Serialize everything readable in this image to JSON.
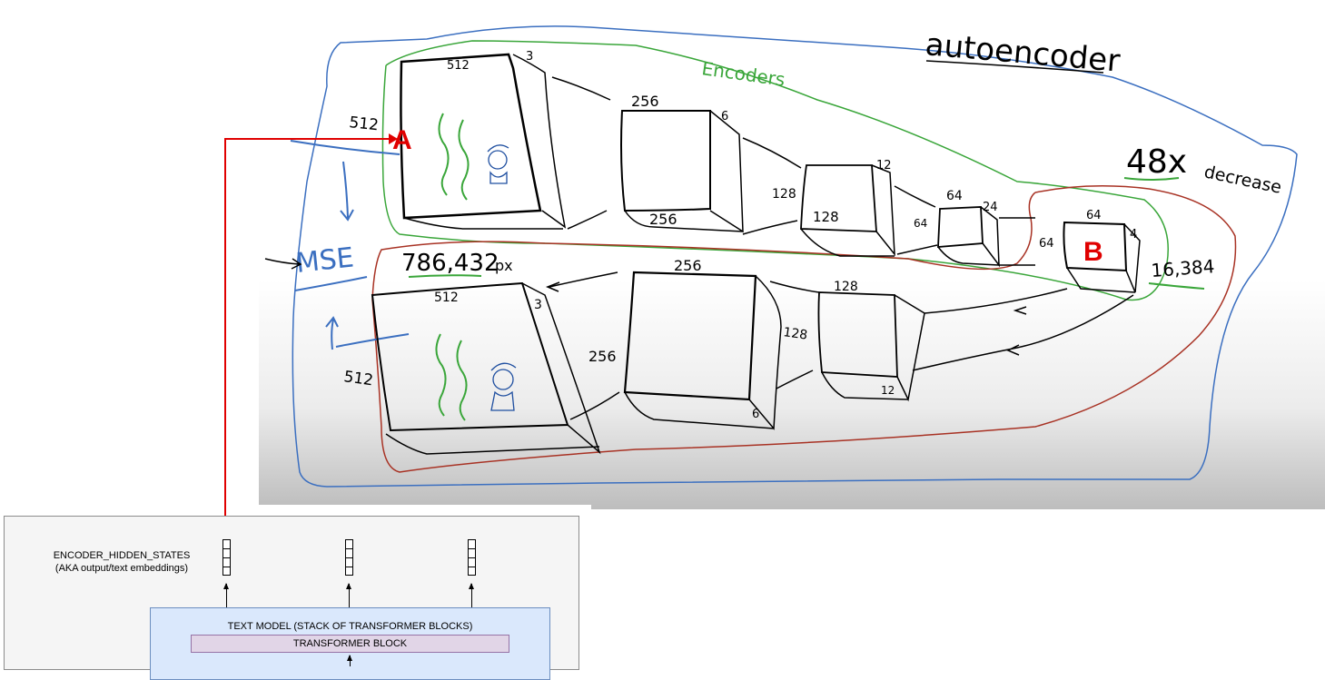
{
  "whiteboard": {
    "title": "autoencoder",
    "encoders_label": "Encoders",
    "decrease_value": "48x",
    "decrease_word": "decrease",
    "loss_label": "MSE",
    "pixel_count": "786,432",
    "pixel_unit": "px",
    "latent_count": "16,384",
    "marker_a": "A",
    "marker_b": "B",
    "encoder_input": {
      "width": "512",
      "height": "512",
      "channels": "3"
    },
    "encoder_block_1": {
      "top": "256",
      "bottom": "256",
      "side": "6"
    },
    "encoder_block_2": {
      "left": "128",
      "front": "128",
      "side": "12"
    },
    "encoder_block_3": {
      "top": "64",
      "left": "64",
      "side": "24"
    },
    "latent": {
      "top": "64",
      "left": "64",
      "side": "4"
    },
    "decoder_block_1": {
      "top": "128",
      "left": "128",
      "bottom": "12"
    },
    "decoder_block_2": {
      "top": "256",
      "left": "256",
      "corner": "6"
    },
    "decoder_output": {
      "width": "512",
      "height": "512",
      "channels": "3"
    },
    "colors": {
      "outer_outline": "#3b6fc0",
      "encoder_outline": "#3aa63a",
      "decoder_outline": "#a83224",
      "marker": "#e00000",
      "ink": "#000000"
    }
  },
  "panel": {
    "hidden_states_label": "ENCODER_HIDDEN_STATES",
    "hidden_states_sublabel": "(AKA output/text embeddings)",
    "text_model_label": "TEXT MODEL (STACK OF TRANSFORMER BLOCKS)",
    "transformer_block_label": "TRANSFORMER BLOCK",
    "colors": {
      "panel_bg": "#f5f5f5",
      "text_model_fill": "#dae8fc",
      "text_model_border": "#6c8ebf",
      "block_fill": "#e1d5e7",
      "block_border": "#9673a6"
    }
  }
}
